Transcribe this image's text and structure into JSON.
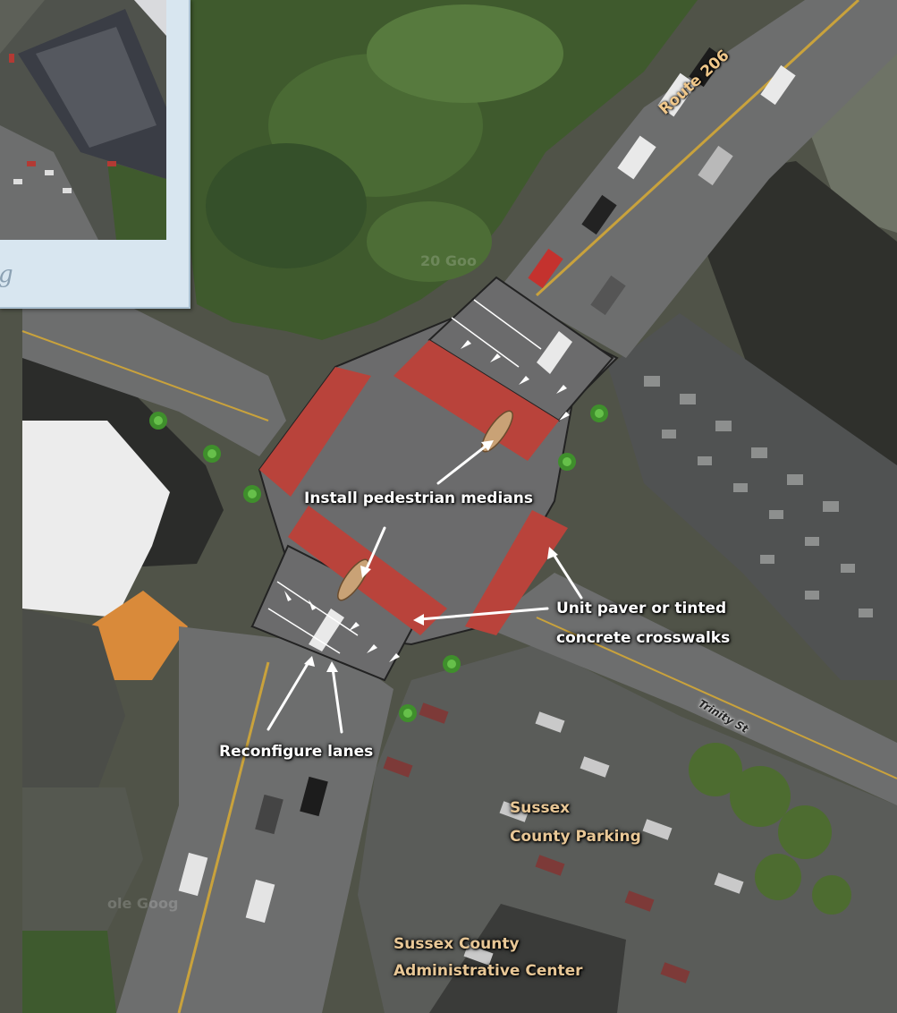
{
  "labels": {
    "medians": "Install pedestrian medians",
    "crosswalks_line1": "Unit paver or tinted",
    "crosswalks_line2": "concrete crosswalks",
    "lanes": "Reconfigure lanes",
    "parking_line1": "Sussex",
    "parking_line2": "County Parking",
    "admin_line1": "Sussex County",
    "admin_line2": "Administrative Center",
    "route": "Route 206",
    "street": "Trinity St"
  },
  "inset": {
    "caption": "g"
  },
  "watermarks": [
    "20 Goo",
    "ole Goog"
  ],
  "colors": {
    "crosswalk": "#b9433b",
    "roadway": "#6b6b6c",
    "median": "#c9a276",
    "foliage": "#3f5a2d",
    "label_tan": "#e8c796"
  },
  "icons": [
    "tree-icon",
    "arrow-straight-icon",
    "arrow-left-turn-icon",
    "arrow-right-turn-icon"
  ]
}
